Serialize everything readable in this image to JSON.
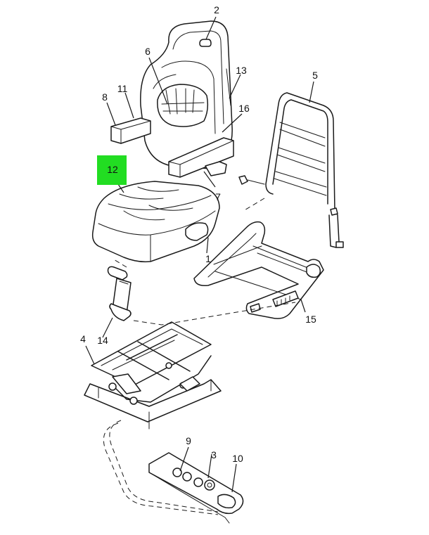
{
  "diagram": {
    "highlight_color": "#22dd22",
    "selected_callout": "12",
    "callouts": [
      {
        "id": "c1",
        "label": "1"
      },
      {
        "id": "c2",
        "label": "2"
      },
      {
        "id": "c3",
        "label": "3"
      },
      {
        "id": "c4",
        "label": "4"
      },
      {
        "id": "c5",
        "label": "5"
      },
      {
        "id": "c6",
        "label": "6"
      },
      {
        "id": "c7",
        "label": "7"
      },
      {
        "id": "c8",
        "label": "8"
      },
      {
        "id": "c9",
        "label": "9"
      },
      {
        "id": "c10",
        "label": "10"
      },
      {
        "id": "c11",
        "label": "11"
      },
      {
        "id": "c12",
        "label": "12"
      },
      {
        "id": "c13",
        "label": "13"
      },
      {
        "id": "c14",
        "label": "14"
      },
      {
        "id": "c15",
        "label": "15"
      },
      {
        "id": "c16",
        "label": "16"
      }
    ]
  }
}
